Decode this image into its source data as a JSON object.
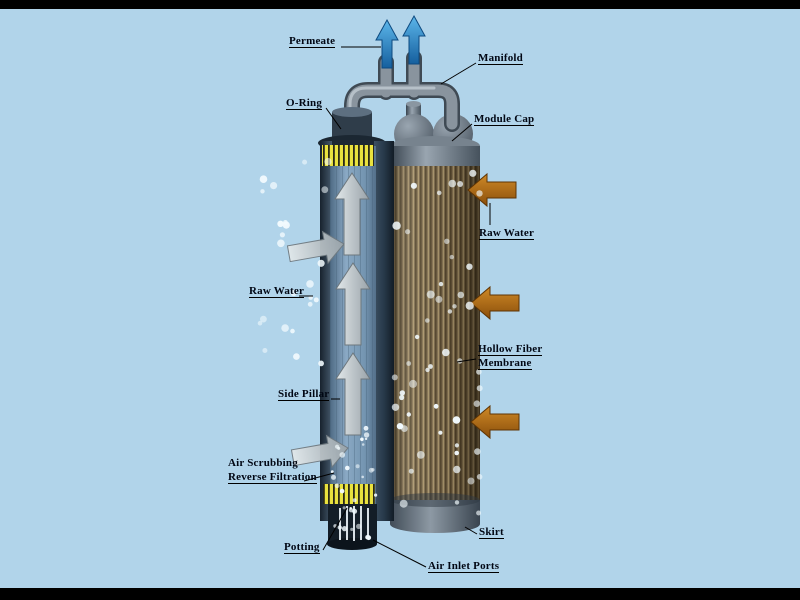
{
  "labels": {
    "permeate": "Permeate",
    "manifold": "Manifold",
    "o_ring": "O-Ring",
    "module_cap": "Module Cap",
    "raw_water_right": "Raw Water",
    "hollow_fiber_line1": "Hollow Fiber",
    "hollow_fiber_line2": "Membrane",
    "raw_water_left": "Raw Water",
    "side_pillar": "Side Pillar",
    "air_scrubbing_line1": "Air Scrubbing",
    "air_scrubbing_line2": "Reverse Filtration",
    "potting": "Potting",
    "air_inlet_ports": "Air Inlet Ports",
    "skirt": "Skirt"
  },
  "colors": {
    "background": "#b1d4ea",
    "letterbox": "#000000",
    "label_text": "#010714",
    "permeate_arrow_blue": "#2f8fd0",
    "raw_water_arrow_orange": "#b06a12",
    "potting_band_yellow": "#e9e23e",
    "membrane_fiber_brown": "#79674a",
    "module_gray": "#89949e",
    "interior_blue": "#8aa9c4"
  }
}
